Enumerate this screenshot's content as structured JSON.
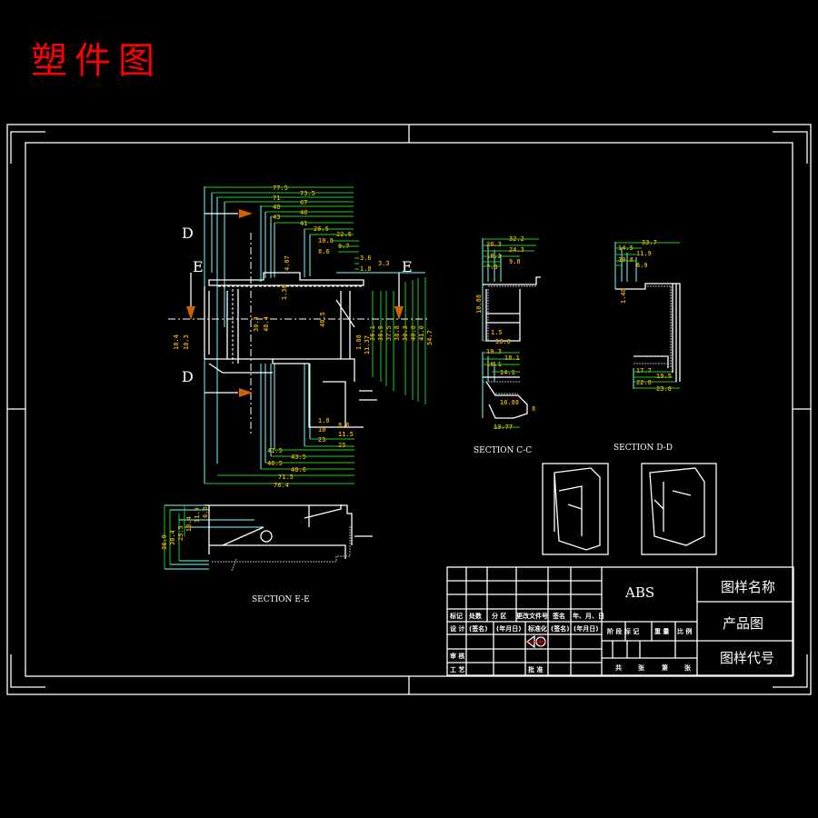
{
  "title": "塑件图",
  "views": {
    "section_cc": "SECTION C-C",
    "section_dd": "SECTION D-D",
    "section_ee": "SECTION E-E",
    "markers": [
      "D",
      "D",
      "E",
      "E"
    ]
  },
  "dimensions": {
    "main_top": [
      "77.5",
      "73.5",
      "71",
      "67",
      "48",
      "46",
      "43",
      "41",
      "26.5",
      "22.5",
      "10.8",
      "9.7",
      "8.6",
      "3.6",
      "3.3",
      "1.8"
    ],
    "main_bottom": [
      "1.8",
      "8.6",
      "10",
      "11.5",
      "23",
      "25",
      "41.5",
      "43.5",
      "46.5",
      "48.6",
      "71.5",
      "76.4"
    ],
    "main_right": [
      "36.1",
      "38.5",
      "37.5",
      "38.8",
      "30.3",
      "40.8",
      "41.0",
      "54.7"
    ],
    "main_inner": [
      "30.3",
      "48.4",
      "4.07",
      "1.38",
      "40.5",
      "1.88",
      "11.37",
      "18.4",
      "10.3"
    ],
    "cc": [
      "32.2",
      "26.3",
      "24.3",
      "18.1",
      "9.8",
      "7.8",
      "10.88",
      "1.5",
      "16.8",
      "19.3",
      "18.1",
      "16.1",
      "14.1",
      "16.88",
      "13.77",
      "8"
    ],
    "dd": [
      "33.7",
      "14.5",
      "11.9",
      "10.8",
      "6.9",
      "1.48",
      "17.7",
      "19.5",
      "22.8",
      "23.8"
    ],
    "ee": [
      "36.9",
      "30.4",
      "25.5",
      "10.4",
      "11.9",
      "6.8"
    ]
  },
  "title_block": {
    "material": "ABS",
    "drawing_name": "图样名称",
    "product": "产品图",
    "drawing_code": "图样代号",
    "row_headers": [
      "标记",
      "处数",
      "分 区",
      "更改文件号",
      "签名",
      "年、月、日"
    ],
    "design_row": [
      "设 计",
      "(签名)",
      "(年月日)",
      "标准化",
      "(签名)",
      "(年月日)"
    ],
    "review": "审 核",
    "process": "工 艺",
    "approve": "批 准",
    "stage_row": [
      "阶 段 标 记",
      "重 量",
      "比 例"
    ],
    "sheet_row": [
      "共",
      "张",
      "第",
      "张"
    ]
  }
}
